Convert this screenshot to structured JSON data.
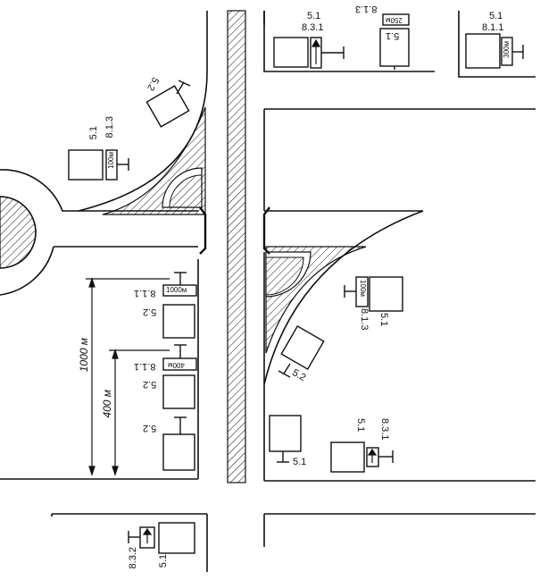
{
  "distances": {
    "d1000": "1000 м",
    "d400": "400 м"
  },
  "plates": {
    "p100_upper": "100м",
    "p100_lower": "100м",
    "p250": "250м",
    "p300": "300м",
    "p1000": "1000м",
    "p400": "400м"
  },
  "codes": {
    "c_5_1": "5.1",
    "c_5_2": "5.2",
    "c_8_1_1": "8.1.1",
    "c_8_1_3": "8.1.3",
    "c_8_3_1": "8.3.1",
    "c_8_3_2": "8.3.2"
  }
}
